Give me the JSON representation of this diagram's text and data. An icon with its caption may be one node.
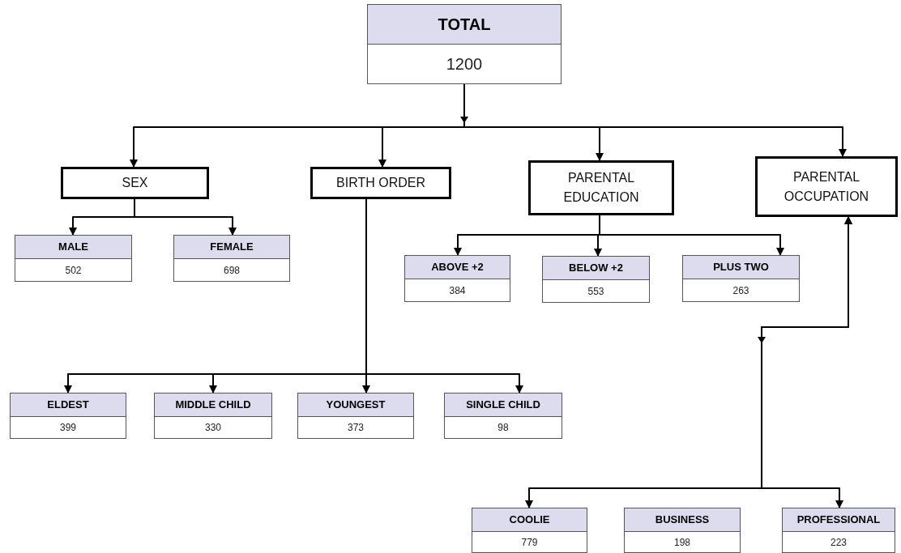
{
  "diagram": {
    "nodes": [
      {
        "text": [
          "TOTAL",
          "1200"
        ]
      },
      {
        "text": [
          "SEX"
        ]
      },
      {
        "text": [
          "BIRTH ORDER"
        ]
      },
      {
        "text": [
          "PARENTAL EDUCATION"
        ]
      },
      {
        "text": [
          "PARENTAL OCCUPATION"
        ]
      },
      {
        "text": [
          "MALE",
          "502"
        ]
      },
      {
        "text": [
          "FEMALE",
          "698"
        ]
      },
      {
        "text": [
          "ABOVE +2",
          "384"
        ]
      },
      {
        "text": [
          "BELOW +2",
          "553"
        ]
      },
      {
        "text": [
          "PLUS TWO",
          "263"
        ]
      },
      {
        "text": [
          "ELDEST",
          "399"
        ]
      },
      {
        "text": [
          "MIDDLE CHILD",
          "330"
        ]
      },
      {
        "text": [
          "YOUNGEST",
          "373"
        ]
      },
      {
        "text": [
          "SINGLE CHILD",
          "98"
        ]
      },
      {
        "text": [
          "COOLIE",
          "779"
        ]
      },
      {
        "text": [
          "BUSINESS",
          "198"
        ]
      },
      {
        "text": [
          "PROFESSIONAL",
          "223"
        ]
      }
    ],
    "edges": [
      {
        "from": 0,
        "to": 1,
        "arrow": "to"
      },
      {
        "from": 0,
        "to": 2,
        "arrow": "to"
      },
      {
        "from": 0,
        "to": 3,
        "arrow": "to"
      },
      {
        "from": 0,
        "to": 4,
        "arrow": "to"
      },
      {
        "from": 1,
        "to": 5,
        "arrow": "to"
      },
      {
        "from": 1,
        "to": 6,
        "arrow": "to"
      },
      {
        "from": 3,
        "to": 7,
        "arrow": "to"
      },
      {
        "from": 3,
        "to": 8,
        "arrow": "to"
      },
      {
        "from": 3,
        "to": 9,
        "arrow": "to"
      },
      {
        "from": 2,
        "to": 10,
        "arrow": "to"
      },
      {
        "from": 2,
        "to": 11,
        "arrow": "to"
      },
      {
        "from": 2,
        "to": 12,
        "arrow": "to"
      },
      {
        "from": 2,
        "to": 13,
        "arrow": "to"
      },
      {
        "from": 4,
        "to": 14,
        "arrow": "both"
      },
      {
        "from": 4,
        "to": 16,
        "arrow": "both"
      }
    ]
  }
}
